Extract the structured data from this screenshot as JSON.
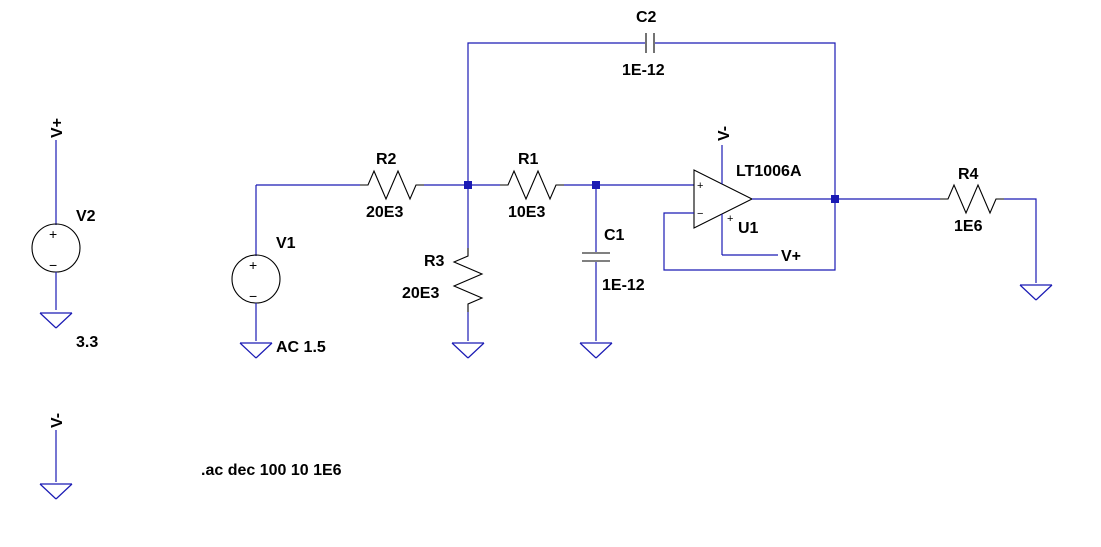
{
  "colors": {
    "wire": "#1a1ab4",
    "component": "#000000",
    "background": "#ffffff"
  },
  "components": {
    "v2": {
      "name": "V2",
      "value": "3.3"
    },
    "v1": {
      "name": "V1",
      "value": "AC 1.5"
    },
    "r2": {
      "name": "R2",
      "value": "20E3"
    },
    "r1": {
      "name": "R1",
      "value": "10E3"
    },
    "r3": {
      "name": "R3",
      "value": "20E3"
    },
    "c1": {
      "name": "C1",
      "value": "1E-12"
    },
    "c2": {
      "name": "C2",
      "value": "1E-12"
    },
    "r4": {
      "name": "R4",
      "value": "1E6"
    },
    "u1": {
      "name": "U1",
      "model": "LT1006A",
      "pin_plus": "+",
      "pin_minus": "−"
    }
  },
  "nets": {
    "vplus_top": "V+",
    "vminus_left": "V-",
    "vminus_opamp": "V-",
    "vplus_opamp": "V+"
  },
  "source_signs": {
    "plus": "+",
    "minus": "−"
  },
  "directive": ".ac dec 100 10 1E6",
  "icons": [
    "ground-icon",
    "voltage-source-icon",
    "resistor-icon",
    "capacitor-icon",
    "opamp-icon",
    "junction-dot-icon"
  ]
}
